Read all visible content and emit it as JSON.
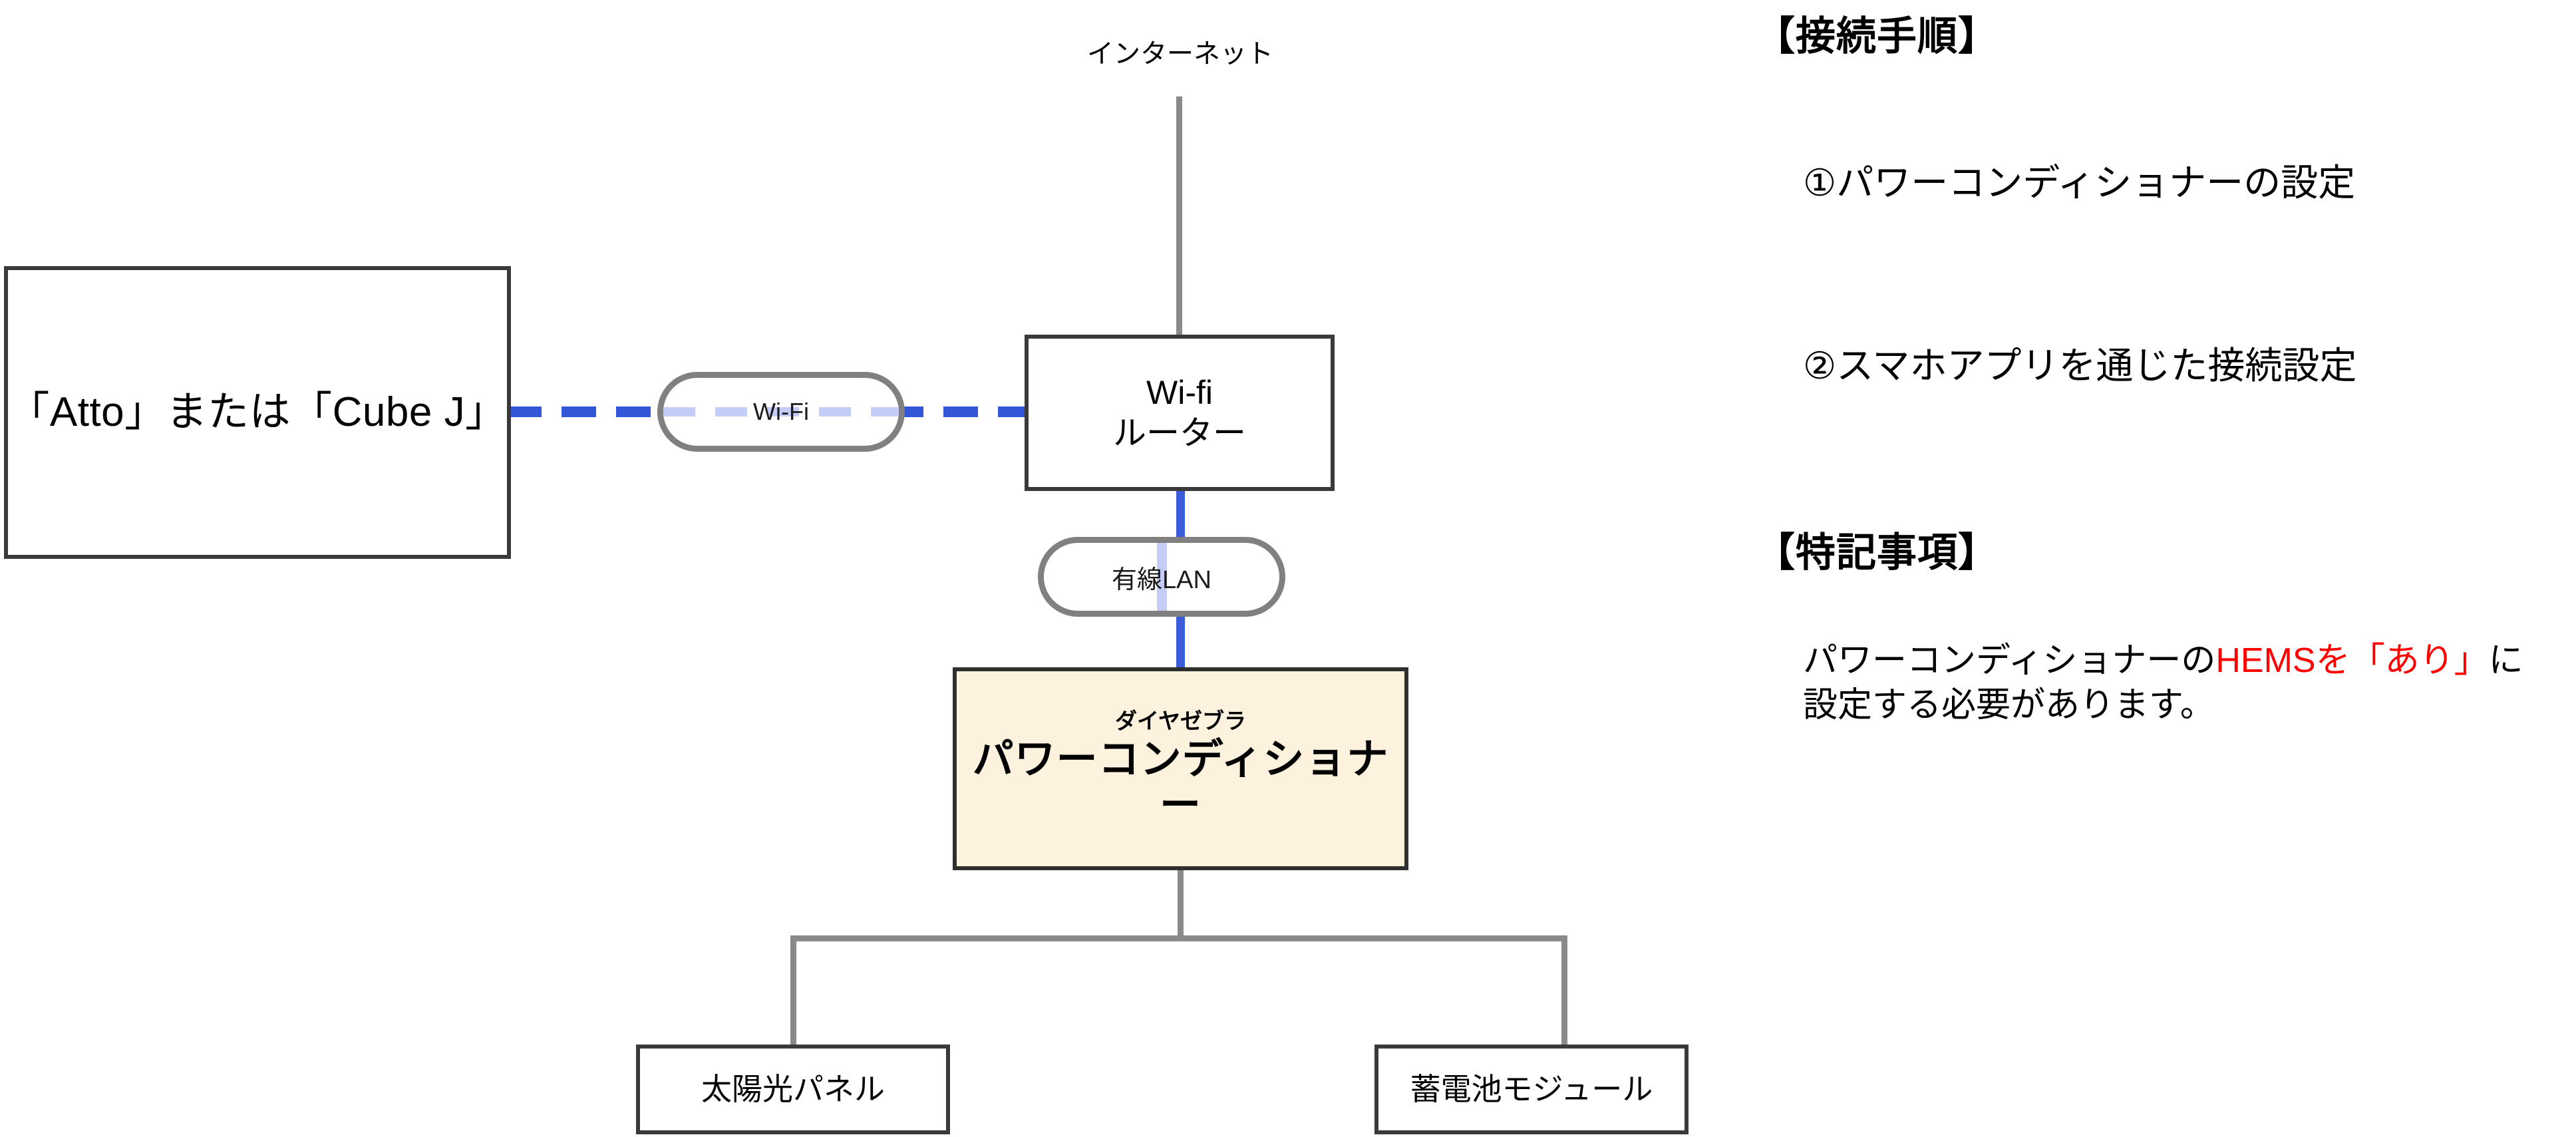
{
  "diagram": {
    "internet_label": "インターネット",
    "device_box": {
      "label": "「Atto」または「Cube J」"
    },
    "router_box": {
      "line1": "Wi-fi",
      "line2": "ルーター"
    },
    "power_conditioner_box": {
      "brand": "ダイヤゼブラ",
      "name": "パワーコンディショナー",
      "background_color": "#FDF2DE"
    },
    "solar_box": {
      "label": "太陽光パネル"
    },
    "battery_box": {
      "label": "蓄電池モジュール"
    },
    "links": {
      "wifi_pill_label": "Wi-Fi",
      "lan_pill_label": "有線LAN",
      "wifi_link_color": "#3355D8",
      "lan_link_color": "#3B5BDB",
      "wire_color": "#8A8A8A"
    }
  },
  "notes": {
    "heading_procedure": "【接続手順】",
    "steps": [
      "①パワーコンディショナーの設定",
      "②スマホアプリを通じた接続設定"
    ],
    "heading_remarks": "【特記事項】",
    "remark_body": {
      "before": "パワーコンディショナーの",
      "highlight": "HEMSを「あり」",
      "after": "に",
      "line2": "設定する必要があります。",
      "highlight_color": "#FF0000"
    }
  }
}
